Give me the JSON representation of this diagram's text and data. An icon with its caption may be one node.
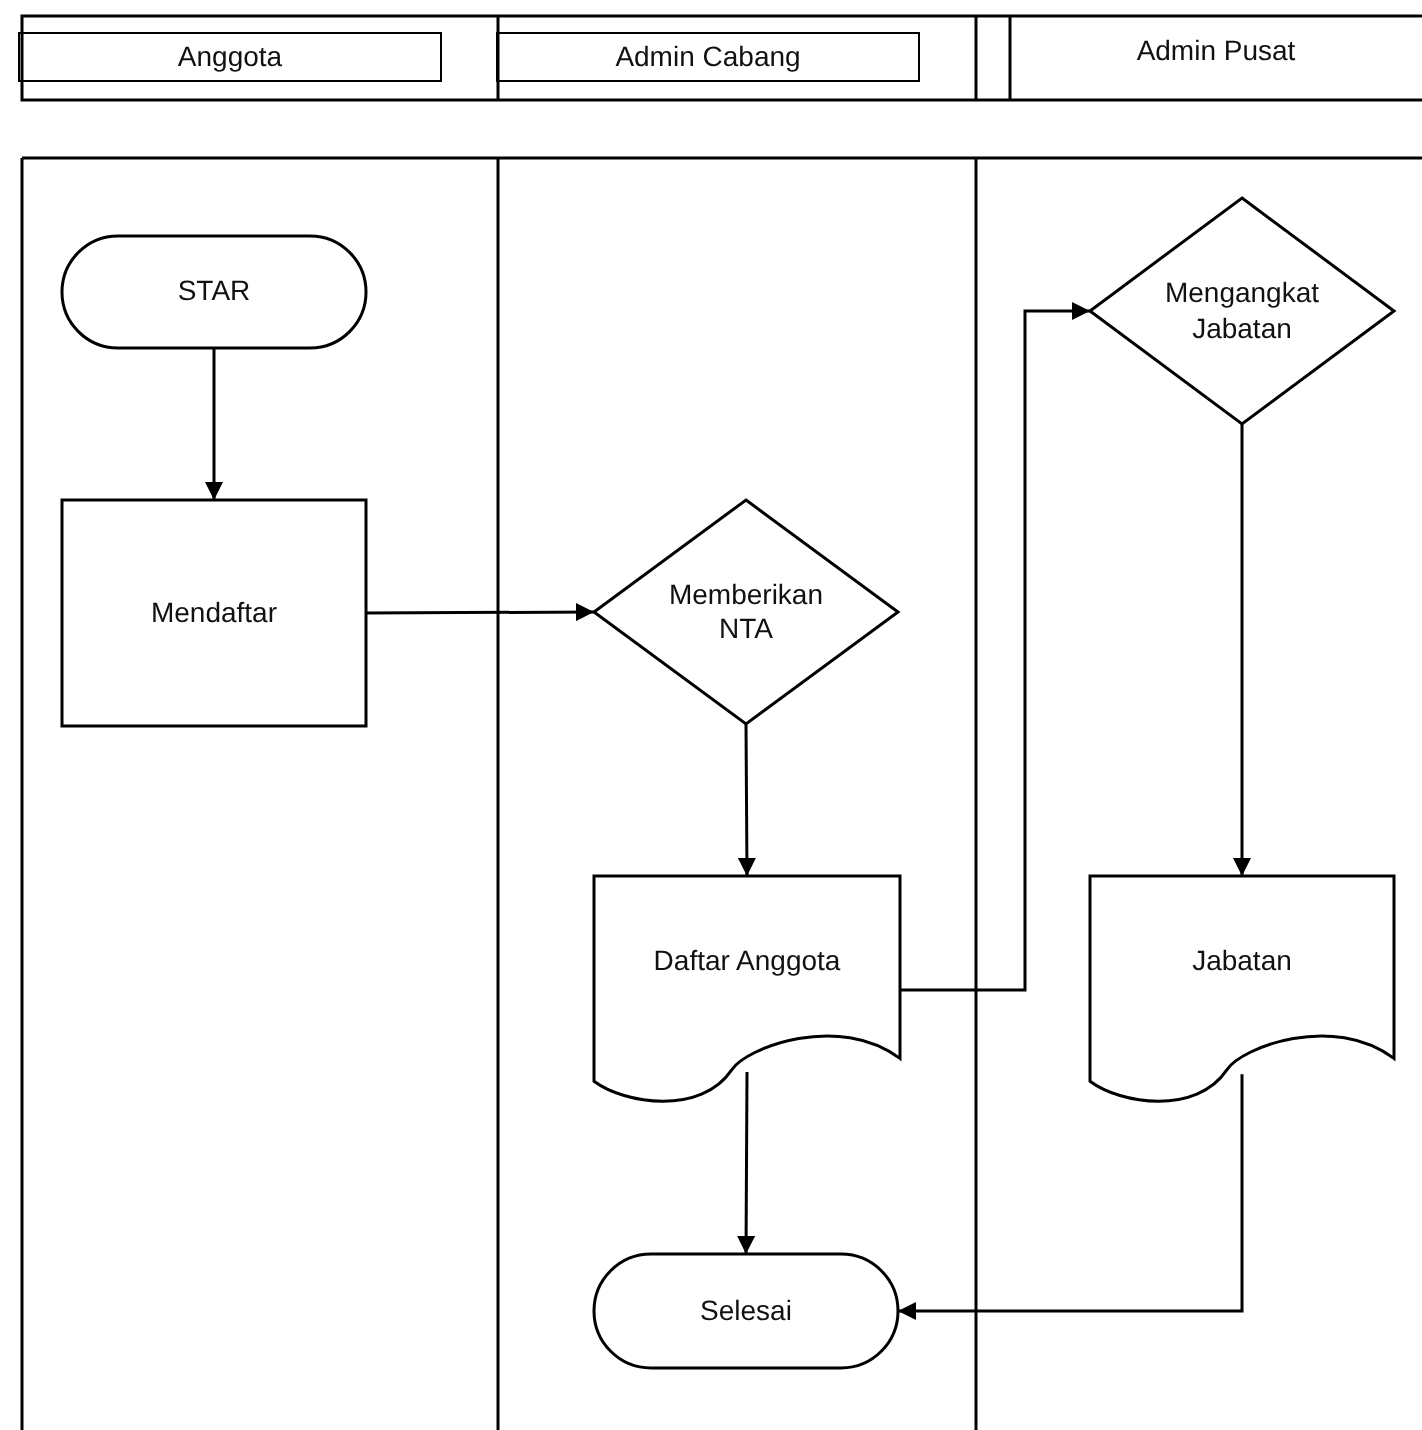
{
  "diagram": {
    "nodes": [
      {
        "text": [
          "Anggota"
        ]
      },
      {
        "text": [
          "Admin Cabang"
        ]
      },
      {
        "text": [
          "Admin Pusat"
        ]
      },
      {
        "text": [
          "STAR"
        ]
      },
      {
        "text": [
          "Mendaftar"
        ]
      },
      {
        "text": [
          "Memberikan NTA"
        ]
      },
      {
        "text": [
          "Mengangkat Jabatan"
        ]
      },
      {
        "text": [
          "Daftar Anggota"
        ]
      },
      {
        "text": [
          "Jabatan"
        ]
      },
      {
        "text": [
          "Selesai"
        ]
      }
    ],
    "edges": [
      {
        "from": 3,
        "to": 4,
        "arrow": "to"
      },
      {
        "from": 4,
        "to": 5,
        "arrow": "to"
      },
      {
        "from": 5,
        "to": 7,
        "arrow": "to"
      },
      {
        "from": 7,
        "to": 6,
        "arrow": "to"
      },
      {
        "from": 6,
        "to": 8,
        "arrow": "to"
      },
      {
        "from": 7,
        "to": 9,
        "arrow": "to"
      },
      {
        "from": 8,
        "to": 9,
        "arrow": "to"
      }
    ]
  }
}
